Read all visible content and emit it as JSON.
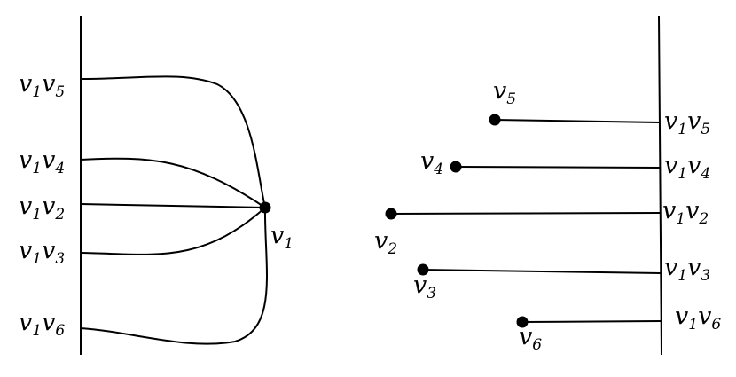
{
  "left_panel": {
    "center_vertex": {
      "base": "v",
      "sub": "1"
    },
    "edge_labels": [
      {
        "key": "v1v5",
        "parts": [
          "v",
          "1",
          "v",
          "5"
        ]
      },
      {
        "key": "v1v4",
        "parts": [
          "v",
          "1",
          "v",
          "4"
        ]
      },
      {
        "key": "v1v2",
        "parts": [
          "v",
          "1",
          "v",
          "2"
        ]
      },
      {
        "key": "v1v3",
        "parts": [
          "v",
          "1",
          "v",
          "3"
        ]
      },
      {
        "key": "v1v6",
        "parts": [
          "v",
          "1",
          "v",
          "6"
        ]
      }
    ]
  },
  "right_panel": {
    "vertices": [
      {
        "key": "v5",
        "base": "v",
        "sub": "5"
      },
      {
        "key": "v4",
        "base": "v",
        "sub": "4"
      },
      {
        "key": "v2",
        "base": "v",
        "sub": "2"
      },
      {
        "key": "v3",
        "base": "v",
        "sub": "3"
      },
      {
        "key": "v6",
        "base": "v",
        "sub": "6"
      }
    ],
    "edge_labels": [
      {
        "key": "v1v5",
        "parts": [
          "v",
          "1",
          "v",
          "5"
        ]
      },
      {
        "key": "v1v4",
        "parts": [
          "v",
          "1",
          "v",
          "4"
        ]
      },
      {
        "key": "v1v2",
        "parts": [
          "v",
          "1",
          "v",
          "2"
        ]
      },
      {
        "key": "v1v3",
        "parts": [
          "v",
          "1",
          "v",
          "3"
        ]
      },
      {
        "key": "v1v6",
        "parts": [
          "v",
          "1",
          "v",
          "6"
        ]
      }
    ]
  }
}
